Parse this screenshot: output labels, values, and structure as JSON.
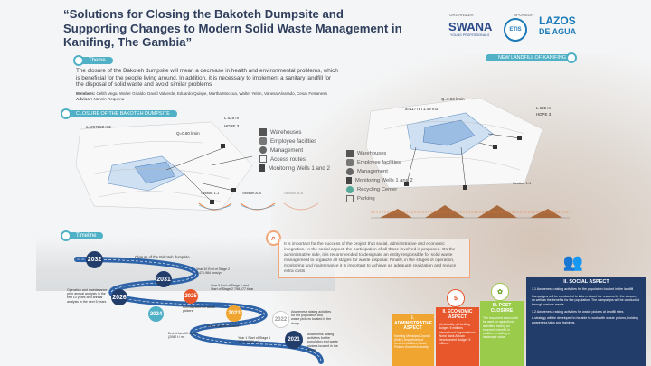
{
  "title": "“Solutions for Closing the  Bakoteh Dumpsite  and Supporting Changes to  Modern Solid Waste Management in Kanifing, The Gambia”",
  "organizer_label": "ORGANIZER",
  "sponsor_label": "SPONSOR",
  "swana": "SWANA",
  "swana_sub": "YOUNG PROFESSIONALS",
  "lazos_line1": "LAZOS",
  "lazos_line2": "DE AGUA",
  "etis": "ETIS",
  "theme_label": "Theme",
  "theme_text": "The closure of the Bakoteh dumpsite will mean a decrease in health and environmental problems, which is beneficial for the people living around. In addition, it is necessary to implement a sanitary landfill for the disposal of solid waste and avoid similar problems",
  "members_label": "Members:",
  "members": "Celith Vega, Walter Giraldo, David Valverde, Eduardo Quispe, Martha Moccua, Walter Yelan, Vanesa Alvarado, Cesar Ferranesa",
  "advisor_label": "Advisor:",
  "advisor": "Nannin Requena",
  "closure_label": "CLOSURE OF THE BAKOTEH DUMPSITE",
  "new_landfill_label": "NEW LANDFILL OF KANIFING",
  "map_left": {
    "area": "a=267250 m3",
    "q": "Q=0.60 l/min",
    "dist": "L 525 m",
    "hdpe": "HDPE 3",
    "sec1": "Section 1-1",
    "sec2": "Section A-A",
    "sec3": "Section B-B"
  },
  "legend_left": [
    "Warehouses",
    "Employee facilities",
    "Management",
    "Access routes",
    "Monitoring Wells 1 and 2"
  ],
  "map_right": {
    "area": "a=1177871.49 m3",
    "q": "Q=0.50 l/min",
    "dist": "L 625 m",
    "hdpe": "HDPE 3",
    "sec": "Section 1-1"
  },
  "legend_right": [
    "Warehouses",
    "Employee facilities",
    "Management",
    "Monitoring Wells 1 and 2",
    "Recycling Center",
    "Parking"
  ],
  "timeline_label": "Timeline",
  "timeline": [
    {
      "year": "2032",
      "text": "Closure of the Bakoteh dumpsite"
    },
    {
      "year": "2031",
      "text": "Year 10 End of Stage 2 1,471,984 tons/yr"
    },
    {
      "year": "2026",
      "text": "Operation and maintenance prior annual analysis in the first 10 years and annual analysis in the next 5 years"
    },
    {
      "year": "2025",
      "text": "Year 5 End of Stage 1 and Start of Stage 2 798,177 t/ear"
    },
    {
      "year": "2024",
      "text": "Formalization of waste pickers"
    },
    {
      "year": "2023",
      "text": "Start of landfill closure"
    },
    {
      "year": "2022",
      "text": "Awareness raising activities for the population and waste pickers located in the dump."
    },
    {
      "year": "2021",
      "text": "Awareness raising activities for the population and waste pickers located in the dump."
    },
    {
      "year": "",
      "text": "End of landfill closure (2062 t / m)"
    },
    {
      "year": "",
      "text": "Year 1 Start of Stage 1 187,822.59 m3"
    }
  ],
  "info_text": "It is important for the success of the project that social, administrative and economic integration. In the social aspect, the participation of all those involved is proposed. On the administrative side, it is recommended to designate an entity responsible for solid waste management to organize all stages for waste disposal. Finally, in the stages of operation, monitoring and maintenance it is important to achieve an adequate realization and reduce extra costs",
  "aspects": [
    {
      "title": "I. ADMINISTRATIVE ASPECT",
      "text": "Kanifing Municipal Council (KMC) Department of services facilities Waste Pickers Summit Authority",
      "color": "#f0a531"
    },
    {
      "title": "II. ECONOMIC ASPECT",
      "text": "Municipality of Kanifing Budget: 5 millions International Organizations World Bank African Development Budget: 5 millions",
      "color": "#e8572b"
    },
    {
      "title": "III. POST CLOSURE",
      "text": "The recovered area could be used for agricultural activities, having an economic benefit, in addition to adding a landscape value.",
      "color": "#9acb4a"
    }
  ],
  "social": {
    "title": "II. SOCIAL ASPECT",
    "items": [
      "1.1 Awareness raising activities for the population located in the landfill",
      "Campaigns will be conducted to inform about the reasons for the closure, as well as the benefits for the population. The campaigns will be conducted through various media.",
      "1.2 Awareness raising activities for waste pickers at landfill sites",
      "A strategy will be developed to be able to work with waste pickers, holding awareness talks and trainings."
    ]
  },
  "colors": {
    "accent": "#4fb0c6",
    "navy": "#233d6b",
    "orange": "#e8572b"
  }
}
